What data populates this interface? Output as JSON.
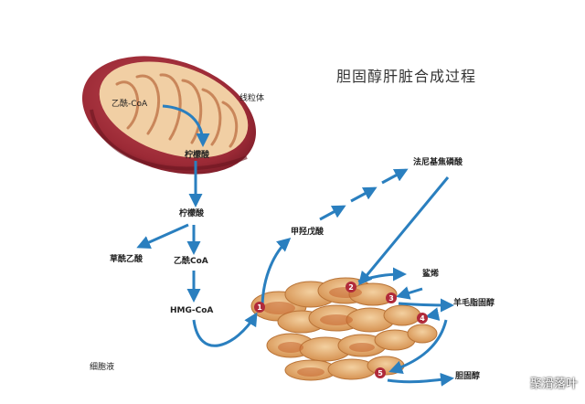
{
  "title": "胆固醇肝脏合成过程",
  "labels": {
    "mitochondria": "线粒体",
    "acetyl_coa_inner": "乙酰-CoA",
    "citrate_inner": "柠檬酸",
    "citrate": "柠檬酸",
    "oxaloacetate": "草酰乙酸",
    "acetyl_coa": "乙酰CoA",
    "hmg_coa": "HMG-CoA",
    "mevalonate": "甲羟戊酸",
    "farnesyl_pp": "法尼基焦磷酸",
    "squalene": "鲨烯",
    "lanosterol": "羊毛脂固醇",
    "cholesterol": "胆固醇",
    "cytoplasm": "细胞液"
  },
  "steps": [
    "1",
    "2",
    "3",
    "4",
    "5"
  ],
  "watermark": "聚滑落叶",
  "colors": {
    "arrow": "#2a7fbf",
    "mito_outer": "#a8323e",
    "mito_inner": "#e6b48a",
    "er": "#e0a262",
    "step_marker": "#b02a3a"
  }
}
